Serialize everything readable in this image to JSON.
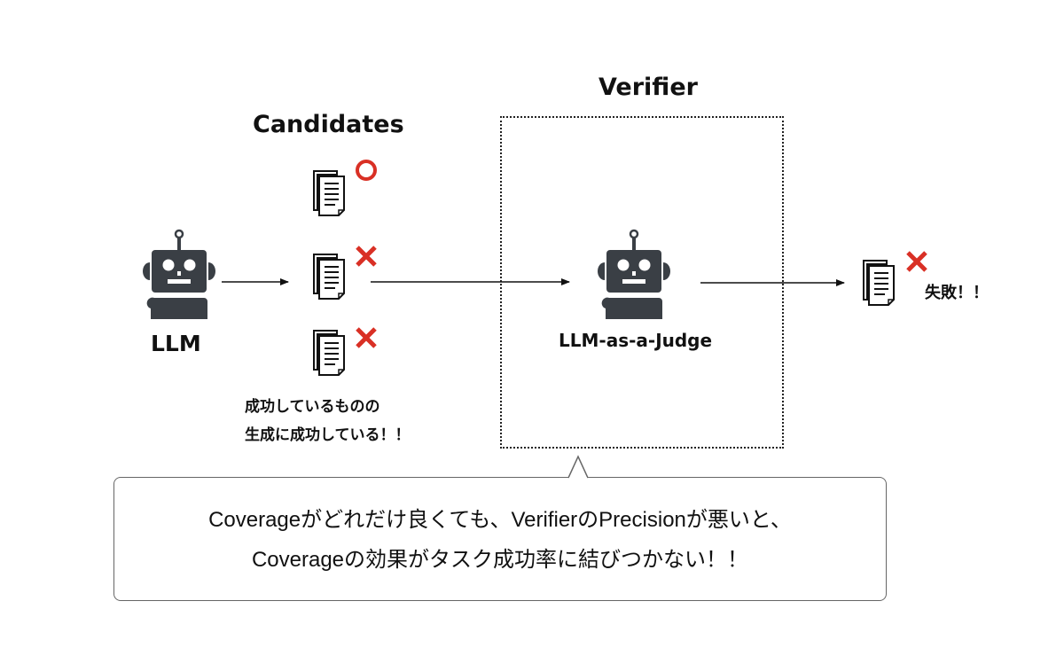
{
  "titles": {
    "candidates": "Candidates",
    "verifier": "Verifier"
  },
  "llm": {
    "label": "LLM",
    "icon": "robot-icon"
  },
  "judge": {
    "label": "LLM-as-a-Judge",
    "icon": "robot-icon"
  },
  "candidates": [
    {
      "icon": "document-icon",
      "mark": "circle",
      "mark_meaning": "correct"
    },
    {
      "icon": "document-icon",
      "mark": "cross",
      "mark_meaning": "incorrect"
    },
    {
      "icon": "document-icon",
      "mark": "cross",
      "mark_meaning": "incorrect"
    }
  ],
  "candidates_note": {
    "line1": "成功しているものの",
    "line2": "生成に成功している！！"
  },
  "output": {
    "icon": "document-icon",
    "mark": "cross",
    "label": "失敗！！"
  },
  "callout": {
    "line1": "Coverageがどれだけ良くても、VerifierのPrecisionが悪いと、",
    "line2": "Coverageの効果がタスク成功率に結びつかない！！"
  },
  "colors": {
    "robot": "#3a3f45",
    "mark_red": "#d93025",
    "line": "#111111"
  }
}
